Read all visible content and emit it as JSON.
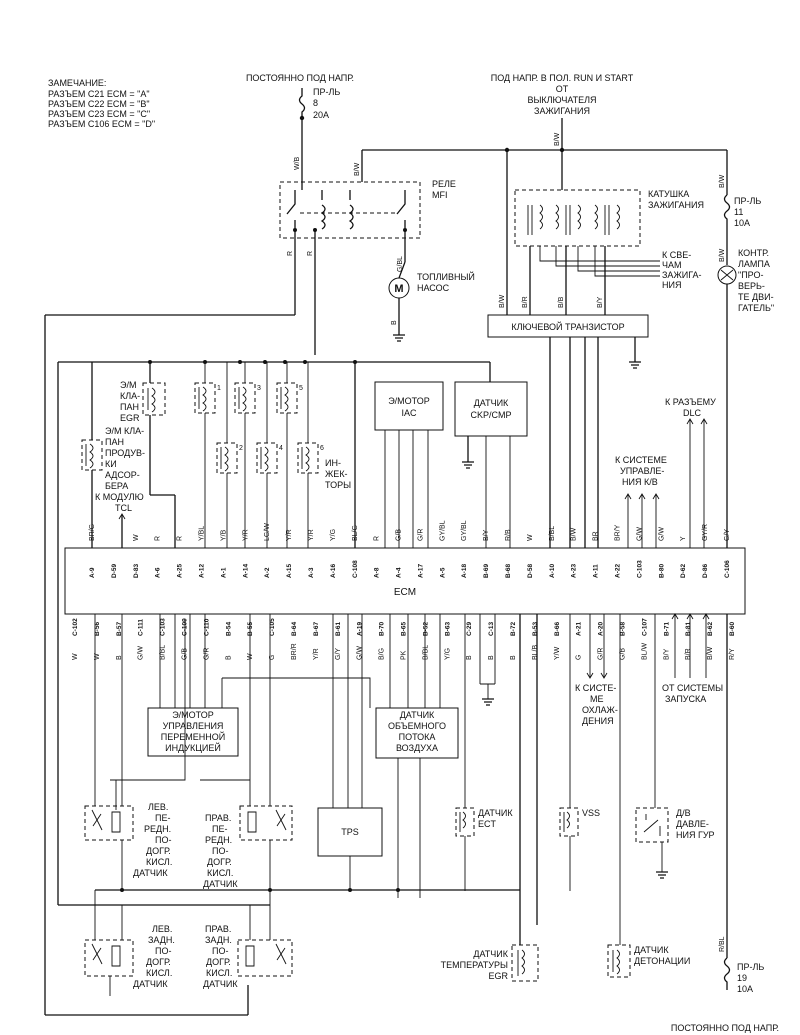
{
  "notes": {
    "title": "ЗАМЕЧАНИЕ:",
    "lines": [
      "РАЗЪЕМ C21 ECM = \"A\"",
      "РАЗЪЕМ C22 ECM = \"B\"",
      "РАЗЪЕМ C23 ECM = \"C\"",
      "РАЗЪЕМ C106 ECM = \"D\""
    ]
  },
  "power_top_left": {
    "text": "ПОСТОЯННО ПОД НАПР.",
    "fuse_lines": [
      "ПР-ЛЬ",
      "8",
      "20A"
    ],
    "wire": "W/B"
  },
  "power_top_right": {
    "lines": [
      "ПОД НАПР. В ПОЛ. RUN И START",
      "ОТ",
      "ВЫКЛЮЧАТЕЛЯ",
      "ЗАЖИГАНИЯ"
    ],
    "wire": "B/W"
  },
  "relay": {
    "lines": [
      "РЕЛЕ",
      "MFI"
    ],
    "wires": [
      "W/B",
      "B/W",
      "R",
      "R"
    ]
  },
  "fuel_pump": {
    "lines": [
      "ТОПЛИВНЫЙ",
      "НАСОС"
    ],
    "symbol": "M",
    "wires": [
      "G/BL",
      "B"
    ]
  },
  "ignition_coil": {
    "lines": [
      "КАТУШКА",
      "ЗАЖИГАНИЯ"
    ],
    "to_plugs": [
      "К СВЕ-",
      "ЧАМ",
      "ЗАЖИГА-",
      "НИЯ"
    ]
  },
  "fuse_11": {
    "lines": [
      "ПР-ЛЬ",
      "11",
      "10A"
    ],
    "wire": "B/W"
  },
  "check_lamp": {
    "lines": [
      "КОНТР.",
      "ЛАМПА",
      "\"ПРО-",
      "ВЕРЬ-",
      "ТЕ ДВИ-",
      "ГАТЕЛЬ\""
    ],
    "wire": "B/W"
  },
  "key_transistor": {
    "label": "КЛЮЧЕВОЙ ТРАНЗИСТОР",
    "wires": [
      "B/W",
      "B/R",
      "B/B",
      "B/Y"
    ]
  },
  "egr_valve": {
    "lines": [
      "Э/М",
      "КЛА-",
      "ПАН",
      "EGR"
    ]
  },
  "purge_valve": {
    "lines": [
      "Э/М КЛА-",
      "ПАН",
      "ПРОДУВ-",
      "КИ",
      "АДСОР-",
      "БЕРА"
    ]
  },
  "tcl": {
    "lines": [
      "К МОДУЛЮ",
      "TCL"
    ]
  },
  "injectors": {
    "numbers": [
      "1",
      "2",
      "3",
      "4",
      "5",
      "6"
    ],
    "lines": [
      "ИН-",
      "ЖЕК-",
      "ТОРЫ"
    ]
  },
  "iac": {
    "lines": [
      "Э/МОТОР",
      "IAC"
    ]
  },
  "ckp": {
    "lines": [
      "ДАТЧИК",
      "CKP/CMP"
    ]
  },
  "ac_system": {
    "lines": [
      "К СИСТЕМЕ",
      "УПРАВЛЕ-",
      "НИЯ К/В"
    ]
  },
  "dlc": {
    "lines": [
      "К РАЗЪЕМУ",
      "DLC"
    ]
  },
  "ecm": {
    "label": "ECM",
    "top_pins": [
      "A-9",
      "D-59",
      "D-83",
      "A-6",
      "A-25",
      "A-12",
      "A-1",
      "A-14",
      "A-2",
      "A-15",
      "A-3",
      "A-16",
      "C-108",
      "A-8",
      "A-4",
      "A-17",
      "A-5",
      "A-18",
      "B-69",
      "B-68",
      "D-58",
      "A-10",
      "A-23",
      "A-11",
      "A-22",
      "C-103",
      "B-80",
      "D-62",
      "D-86",
      "C-106"
    ],
    "top_wires": [
      "BR/G",
      "",
      "W",
      "R",
      "R",
      "Y/BL",
      "Y/B",
      "Y/R",
      "LG/W",
      "Y/R",
      "Y/R",
      "Y/G",
      "BL/G",
      "R",
      "G/B",
      "G/R",
      "GY/BL",
      "GY/BL",
      "B/Y",
      "R/B",
      "W",
      "B/BL",
      "B/W",
      "BR",
      "BR/Y",
      "G/W",
      "G/W",
      "Y",
      "GY/R",
      "G/Y"
    ],
    "bottom_pins": [
      "C-102",
      "B-56",
      "B-57",
      "C-111",
      "C-103",
      "C-109",
      "C-110",
      "B-54",
      "B-55",
      "C-105",
      "B-64",
      "B-67",
      "B-61",
      "A-19",
      "B-70",
      "B-65",
      "B-52",
      "B-63",
      "C-29",
      "C-13",
      "B-72",
      "B-53",
      "B-66",
      "A-21",
      "A-20",
      "B-58",
      "C-107",
      "B-71",
      "B-81",
      "B-62",
      "B-60"
    ],
    "bottom_wires": [
      "W",
      "W",
      "B",
      "G/W",
      "B/BL",
      "G/B",
      "G/R",
      "B",
      "W",
      "G",
      "BR/R",
      "Y/R",
      "G/Y",
      "G/W",
      "B/G",
      "PK",
      "B/BL",
      "Y/G",
      "B",
      "B",
      "B",
      "BL/B",
      "Y/W",
      "G",
      "G/R",
      "G/B",
      "BL/W",
      "B/Y",
      "B/R",
      "B/W",
      "R/Y"
    ]
  },
  "variable_induction": {
    "lines": [
      "Э/МОТОР",
      "УПРАВЛЕНИЯ",
      "ПЕРЕМЕННОЙ",
      "ИНДУКЦИЕЙ"
    ]
  },
  "maf": {
    "lines": [
      "ДАТЧИК",
      "ОБЪЕМНОГО",
      "ПОТОКА",
      "ВОЗДУХА"
    ]
  },
  "cooling": {
    "lines": [
      "К СИСТЕ-",
      "МЕ",
      "ОХЛАЖ-",
      "ДЕНИЯ"
    ]
  },
  "starting": {
    "lines": [
      "ОТ СИСТЕМЫ",
      "ЗАПУСКА"
    ]
  },
  "o2_left_front": {
    "lines": [
      "ЛЕВ.",
      "ПЕ-",
      "РЕДН.",
      "ПО-",
      "ДОГР.",
      "КИСЛ.",
      "ДАТЧИК"
    ]
  },
  "o2_right_front": {
    "lines": [
      "ПРАВ.",
      "ПЕ-",
      "РЕДН.",
      "ПО-",
      "ДОГР.",
      "КИСЛ.",
      "ДАТЧИК"
    ]
  },
  "o2_left_rear": {
    "lines": [
      "ЛЕВ.",
      "ЗАДН.",
      "ПО-",
      "ДОГР.",
      "КИСЛ.",
      "ДАТЧИК"
    ]
  },
  "o2_right_rear": {
    "lines": [
      "ПРАВ.",
      "ЗАДН.",
      "ПО-",
      "ДОГР.",
      "КИСЛ.",
      "ДАТЧИК"
    ]
  },
  "tps": {
    "label": "TPS"
  },
  "ect": {
    "lines": [
      "ДАТЧИК",
      "ECT"
    ]
  },
  "vss": {
    "label": "VSS"
  },
  "psp": {
    "lines": [
      "Д/В",
      "ДАВЛЕ-",
      "НИЯ ГУР"
    ]
  },
  "egr_temp": {
    "lines": [
      "ДАТЧИК",
      "ТЕМПЕРАТУРЫ",
      "EGR"
    ]
  },
  "knock": {
    "lines": [
      "ДАТЧИК",
      "ДЕТОНАЦИИ"
    ]
  },
  "power_bottom": {
    "fuse_lines": [
      "ПР-ЛЬ",
      "19",
      "10A"
    ],
    "text": "ПОСТОЯННО ПОД НАПР.",
    "wire": "R/BL"
  }
}
